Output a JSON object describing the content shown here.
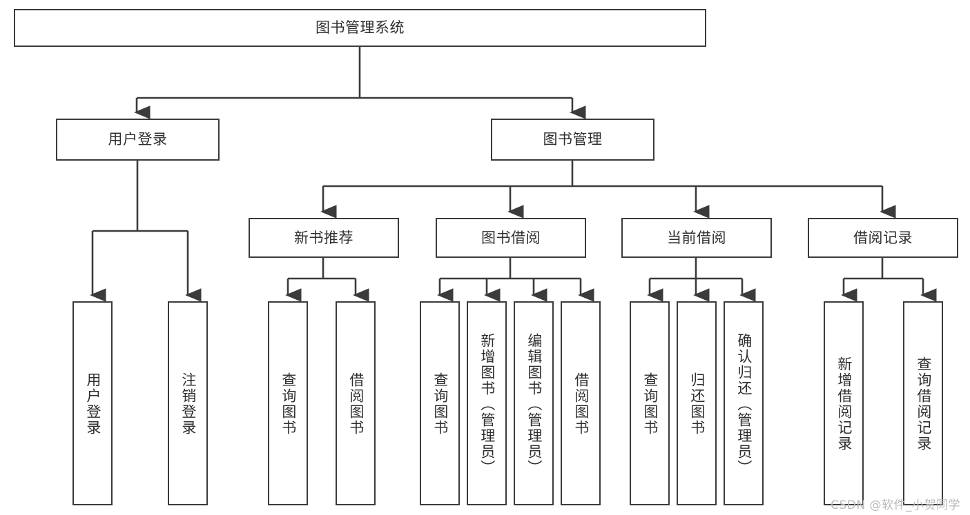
{
  "diagram": {
    "title": "图书管理系统",
    "type": "tree-structure-chart",
    "colors": {
      "box_border": "#3b3b3b",
      "box_fill": "#ffffff",
      "edge": "#3b3b3b",
      "text": "#2f2f2f",
      "watermark": "#b9b9b9",
      "background": "#ffffff"
    }
  },
  "nodes": {
    "root": {
      "label": "图书管理系统"
    },
    "level1": [
      {
        "id": "user-login",
        "label": "用户登录"
      },
      {
        "id": "book-manage",
        "label": "图书管理"
      }
    ],
    "level2": [
      {
        "id": "new-book-recommend",
        "label": "新书推荐"
      },
      {
        "id": "book-borrow",
        "label": "图书借阅"
      },
      {
        "id": "current-borrow",
        "label": "当前借阅"
      },
      {
        "id": "borrow-record",
        "label": "借阅记录"
      }
    ],
    "leaves": {
      "user-login": [
        {
          "id": "leaf-user-login",
          "label": "用户登录"
        },
        {
          "id": "leaf-logout-login",
          "label": "注销登录"
        }
      ],
      "new-book-recommend": [
        {
          "id": "leaf-query-book-1",
          "label": "查询图书"
        },
        {
          "id": "leaf-borrow-book-1",
          "label": "借阅图书"
        }
      ],
      "book-borrow": [
        {
          "id": "leaf-query-book-2",
          "label": "查询图书"
        },
        {
          "id": "leaf-add-book",
          "label": "新增图书（管理员）"
        },
        {
          "id": "leaf-edit-book",
          "label": "编辑图书（管理员）"
        },
        {
          "id": "leaf-borrow-book-2",
          "label": "借阅图书"
        }
      ],
      "current-borrow": [
        {
          "id": "leaf-query-book-3",
          "label": "查询图书"
        },
        {
          "id": "leaf-return-book",
          "label": "归还图书"
        },
        {
          "id": "leaf-confirm-return",
          "label": "确认归还（管理员）"
        }
      ],
      "borrow-record": [
        {
          "id": "leaf-add-record",
          "label": "新增借阅记录"
        },
        {
          "id": "leaf-query-record",
          "label": "查询借阅记录"
        }
      ]
    }
  },
  "watermark": {
    "text": "CSDN @软件_小贺同学"
  }
}
